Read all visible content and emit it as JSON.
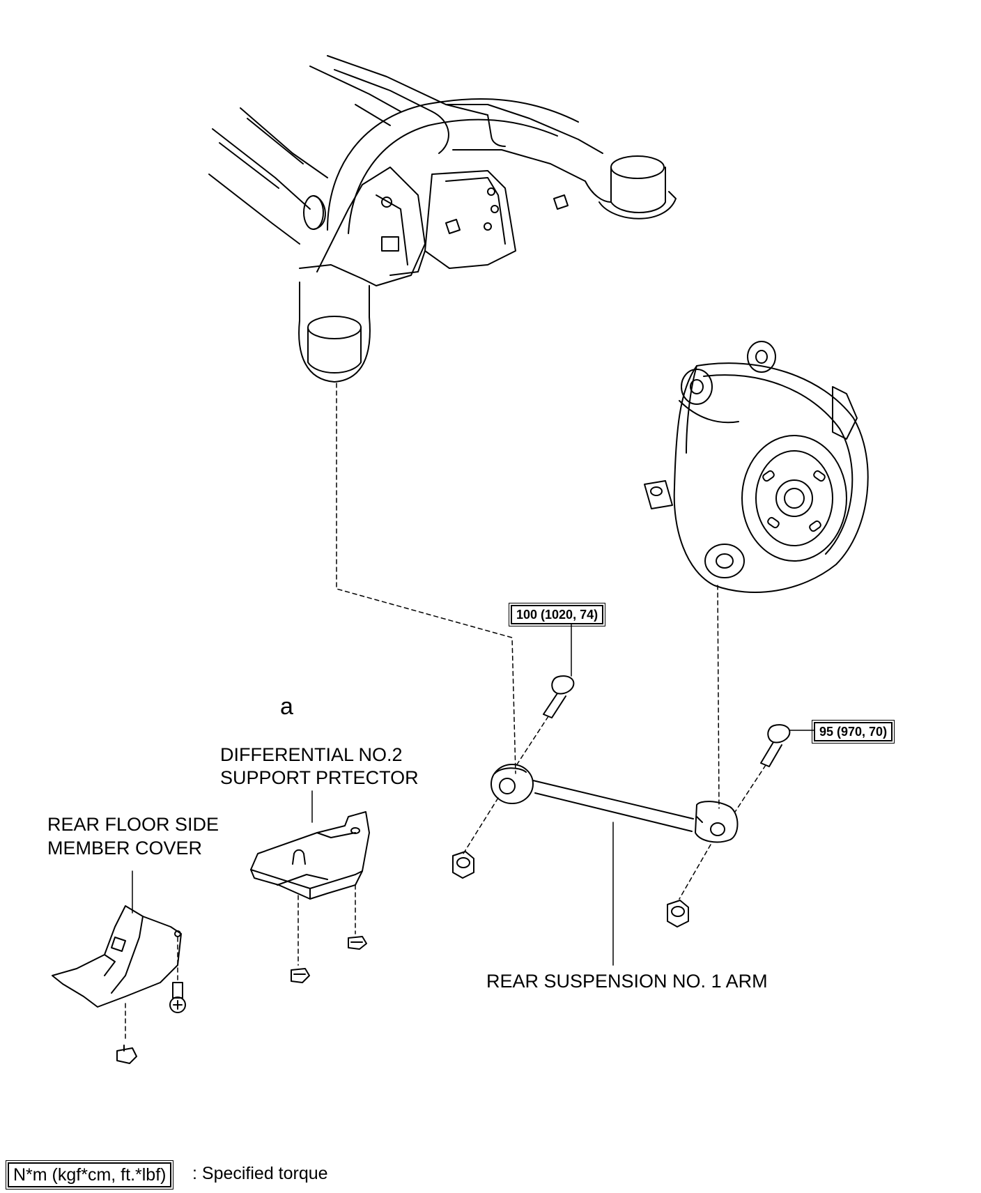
{
  "labels": {
    "callout_a": "a",
    "differential_line1": "DIFFERENTIAL NO.2",
    "differential_line2": "SUPPORT PRTECTOR",
    "floor_line1": "REAR FLOOR SIDE",
    "floor_line2": "MEMBER COVER",
    "arm": "REAR SUSPENSION NO. 1 ARM"
  },
  "torques": {
    "inner_bolt": "100 (1020, 74)",
    "outer_bolt": "95 (970, 70)"
  },
  "legend": {
    "unit_box": "N*m (kgf*cm, ft.*lbf)",
    "description": ": Specified torque"
  }
}
